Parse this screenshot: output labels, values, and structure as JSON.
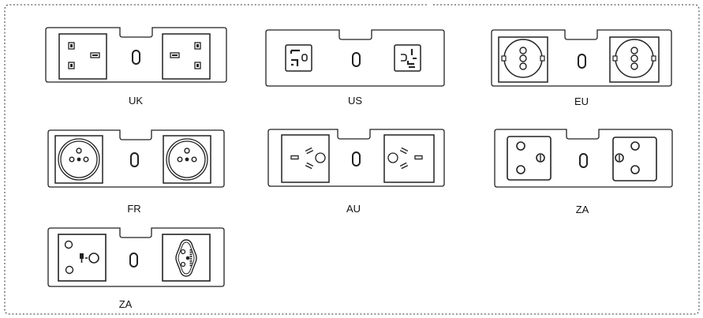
{
  "modules": [
    {
      "label": "UK",
      "socket": "uk"
    },
    {
      "label": "US",
      "socket": "us"
    },
    {
      "label": "EU",
      "socket": "eu"
    },
    {
      "label": "FR",
      "socket": "fr"
    },
    {
      "label": "AU",
      "socket": "au"
    },
    {
      "label": "ZA",
      "socket": "za"
    },
    {
      "label": "ZA",
      "socket": "za2"
    }
  ]
}
